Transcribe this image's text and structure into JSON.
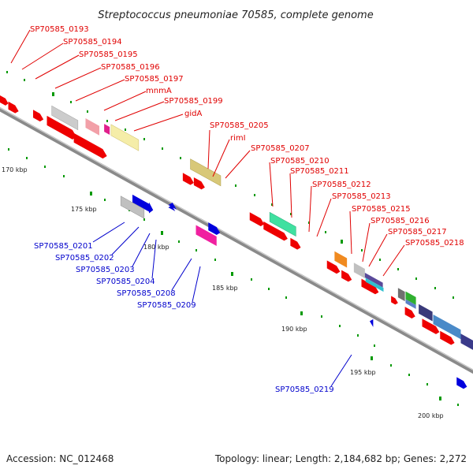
{
  "title": "Streptococcus pneumoniae 70585, complete genome",
  "accession": "Accession: NC_012468",
  "topology": "Topology: linear; Length: 2,184,682 bp; Genes: 2,272",
  "colors": {
    "backbone": "#8a8a8a",
    "forward_gene": "#ee0000",
    "reverse_gene": "#0000dd",
    "tick": "#009900",
    "forward_label": "#e00000",
    "reverse_label": "#0000cc"
  },
  "kbp_labels": {
    "k170": "170 kbp",
    "k175": "175 kbp",
    "k180": "180 kbp",
    "k185": "185 kbp",
    "k190": "190 kbp",
    "k195": "195 kbp",
    "k200": "200 kbp"
  },
  "forward_labels": {
    "g0193": "SP70585_0193",
    "g0194": "SP70585_0194",
    "g0195": "SP70585_0195",
    "g0196": "SP70585_0196",
    "g0197": "SP70585_0197",
    "mnmA": "mnmA",
    "g0199": "SP70585_0199",
    "gidA": "gidA",
    "g0205": "SP70585_0205",
    "rimI": "rimI",
    "g0207": "SP70585_0207",
    "g0210": "SP70585_0210",
    "g0211": "SP70585_0211",
    "g0212": "SP70585_0212",
    "g0213": "SP70585_0213",
    "g0215": "SP70585_0215",
    "g0216": "SP70585_0216",
    "g0217": "SP70585_0217",
    "g0218": "SP70585_0218"
  },
  "reverse_labels": {
    "g0201": "SP70585_0201",
    "g0202": "SP70585_0202",
    "g0203": "SP70585_0203",
    "g0204": "SP70585_0204",
    "g0208": "SP70585_0208",
    "g0209": "SP70585_0209",
    "g0219": "SP70585_0219"
  }
}
